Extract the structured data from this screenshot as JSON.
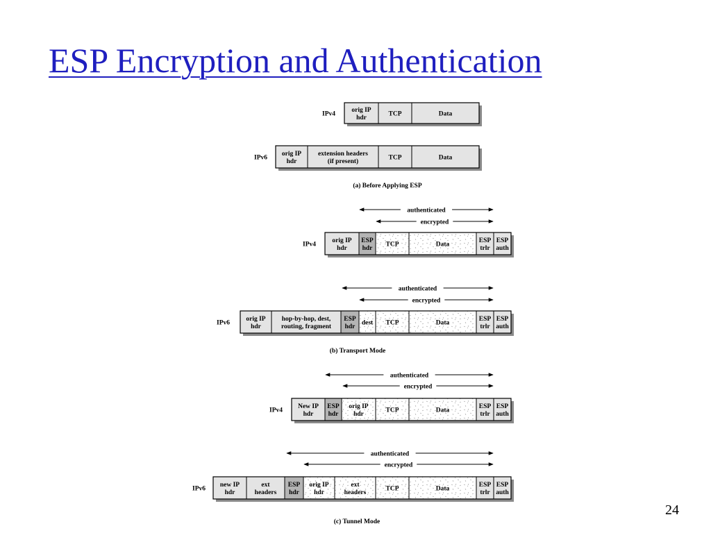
{
  "slide": {
    "title": "ESP Encryption and Authentication",
    "page_number": "24"
  },
  "diagram": {
    "section_a": {
      "caption": "(a) Before Applying ESP",
      "ipv4": {
        "label": "IPv4",
        "fields": [
          {
            "lines": [
              "orig IP",
              "hdr"
            ],
            "fill": "plain"
          },
          {
            "lines": [
              "TCP"
            ],
            "fill": "plain"
          },
          {
            "lines": [
              "Data"
            ],
            "fill": "plain"
          }
        ]
      },
      "ipv6": {
        "label": "IPv6",
        "fields": [
          {
            "lines": [
              "orig IP",
              "hdr"
            ],
            "fill": "plain"
          },
          {
            "lines": [
              "extension headers",
              "(if present)"
            ],
            "fill": "plain"
          },
          {
            "lines": [
              "TCP"
            ],
            "fill": "plain"
          },
          {
            "lines": [
              "Data"
            ],
            "fill": "plain"
          }
        ]
      }
    },
    "section_b": {
      "caption": "(b) Transport Mode",
      "ipv4": {
        "label": "IPv4",
        "authenticated": "authenticated",
        "encrypted": "encrypted",
        "fields": [
          {
            "lines": [
              "orig IP",
              "hdr"
            ],
            "fill": "plain"
          },
          {
            "lines": [
              "ESP",
              "hdr"
            ],
            "fill": "shaded"
          },
          {
            "lines": [
              "TCP"
            ],
            "fill": "speckled"
          },
          {
            "lines": [
              "Data"
            ],
            "fill": "speckled"
          },
          {
            "lines": [
              "ESP",
              "trlr"
            ],
            "fill": "plain"
          },
          {
            "lines": [
              "ESP",
              "auth"
            ],
            "fill": "plain"
          }
        ]
      },
      "ipv6": {
        "label": "IPv6",
        "authenticated": "authenticated",
        "encrypted": "encrypted",
        "fields": [
          {
            "lines": [
              "orig IP",
              "hdr"
            ],
            "fill": "plain"
          },
          {
            "lines": [
              "hop-by-hop, dest,",
              "routing, fragment"
            ],
            "fill": "plain"
          },
          {
            "lines": [
              "ESP",
              "hdr"
            ],
            "fill": "shaded"
          },
          {
            "lines": [
              "dest"
            ],
            "fill": "speckled"
          },
          {
            "lines": [
              "TCP"
            ],
            "fill": "speckled"
          },
          {
            "lines": [
              "Data"
            ],
            "fill": "speckled"
          },
          {
            "lines": [
              "ESP",
              "trlr"
            ],
            "fill": "plain"
          },
          {
            "lines": [
              "ESP",
              "auth"
            ],
            "fill": "plain"
          }
        ]
      }
    },
    "section_c": {
      "caption": "(c) Tunnel Mode",
      "ipv4": {
        "label": "IPv4",
        "authenticated": "authenticated",
        "encrypted": "encrypted",
        "fields": [
          {
            "lines": [
              "New IP",
              "hdr"
            ],
            "fill": "plain"
          },
          {
            "lines": [
              "ESP",
              "hdr"
            ],
            "fill": "shaded"
          },
          {
            "lines": [
              "orig IP",
              "hdr"
            ],
            "fill": "speckled"
          },
          {
            "lines": [
              "TCP"
            ],
            "fill": "speckled"
          },
          {
            "lines": [
              "Data"
            ],
            "fill": "speckled"
          },
          {
            "lines": [
              "ESP",
              "trlr"
            ],
            "fill": "plain"
          },
          {
            "lines": [
              "ESP",
              "auth"
            ],
            "fill": "plain"
          }
        ]
      },
      "ipv6": {
        "label": "IPv6",
        "authenticated": "authenticated",
        "encrypted": "encrypted",
        "fields": [
          {
            "lines": [
              "new IP",
              "hdr"
            ],
            "fill": "plain"
          },
          {
            "lines": [
              "ext",
              "headers"
            ],
            "fill": "plain"
          },
          {
            "lines": [
              "ESP",
              "hdr"
            ],
            "fill": "shaded"
          },
          {
            "lines": [
              "orig IP",
              "hdr"
            ],
            "fill": "speckled"
          },
          {
            "lines": [
              "ext",
              "headers"
            ],
            "fill": "speckled"
          },
          {
            "lines": [
              "TCP"
            ],
            "fill": "speckled"
          },
          {
            "lines": [
              "Data"
            ],
            "fill": "speckled"
          },
          {
            "lines": [
              "ESP",
              "trlr"
            ],
            "fill": "plain"
          },
          {
            "lines": [
              "ESP",
              "auth"
            ],
            "fill": "plain"
          }
        ]
      }
    }
  },
  "colors": {
    "title": "#1f1fbf",
    "plain_fill": "#e4e4e4",
    "shaded_fill": "#b4b4b4",
    "speckled_fill": "#ffffff",
    "shadow": "#8a8a8a",
    "outline": "#000000"
  }
}
